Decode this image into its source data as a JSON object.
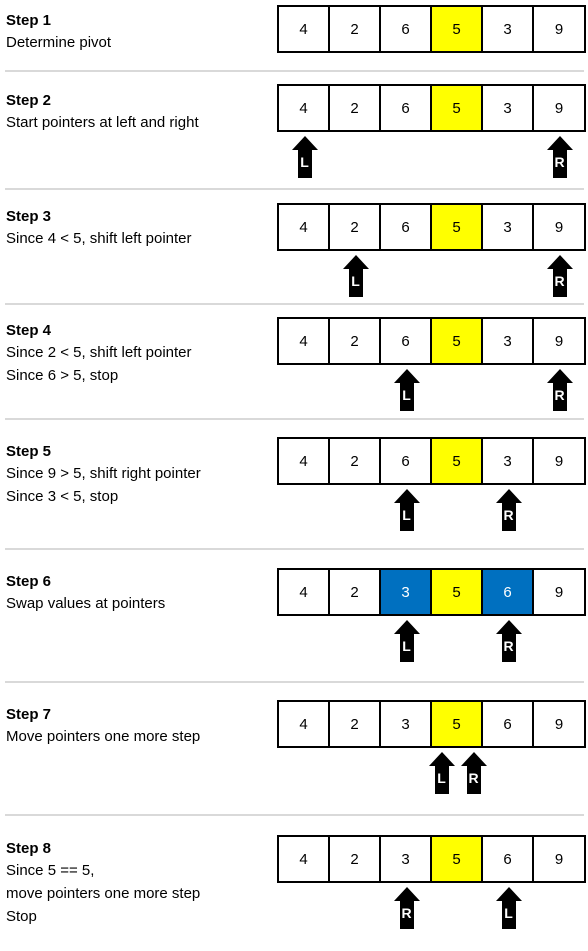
{
  "steps": [
    {
      "title": "Step 1",
      "lines": [
        "Determine pivot"
      ],
      "cells": [
        {
          "v": "4"
        },
        {
          "v": "2"
        },
        {
          "v": "6"
        },
        {
          "v": "5",
          "state": "pivot"
        },
        {
          "v": "3"
        },
        {
          "v": "9"
        }
      ],
      "pointers": []
    },
    {
      "title": "Step 2",
      "lines": [
        "Start pointers at left and right"
      ],
      "cells": [
        {
          "v": "4"
        },
        {
          "v": "2"
        },
        {
          "v": "6"
        },
        {
          "v": "5",
          "state": "pivot"
        },
        {
          "v": "3"
        },
        {
          "v": "9"
        }
      ],
      "pointers": [
        {
          "label": "L",
          "index": 0
        },
        {
          "label": "R",
          "index": 5
        }
      ]
    },
    {
      "title": "Step 3",
      "lines": [
        "Since 4 < 5, shift left pointer"
      ],
      "cells": [
        {
          "v": "4"
        },
        {
          "v": "2"
        },
        {
          "v": "6"
        },
        {
          "v": "5",
          "state": "pivot"
        },
        {
          "v": "3"
        },
        {
          "v": "9"
        }
      ],
      "pointers": [
        {
          "label": "L",
          "index": 1
        },
        {
          "label": "R",
          "index": 5
        }
      ]
    },
    {
      "title": "Step 4",
      "lines": [
        "Since 2 < 5, shift left pointer",
        "Since 6 > 5, stop"
      ],
      "cells": [
        {
          "v": "4"
        },
        {
          "v": "2"
        },
        {
          "v": "6"
        },
        {
          "v": "5",
          "state": "pivot"
        },
        {
          "v": "3"
        },
        {
          "v": "9"
        }
      ],
      "pointers": [
        {
          "label": "L",
          "index": 2
        },
        {
          "label": "R",
          "index": 5
        }
      ]
    },
    {
      "title": "Step 5",
      "lines": [
        "Since 9 > 5, shift right pointer",
        "Since 3 < 5, stop"
      ],
      "cells": [
        {
          "v": "4"
        },
        {
          "v": "2"
        },
        {
          "v": "6"
        },
        {
          "v": "5",
          "state": "pivot"
        },
        {
          "v": "3"
        },
        {
          "v": "9"
        }
      ],
      "pointers": [
        {
          "label": "L",
          "index": 2
        },
        {
          "label": "R",
          "index": 4
        }
      ]
    },
    {
      "title": "Step 6",
      "lines": [
        "Swap values at pointers"
      ],
      "cells": [
        {
          "v": "4"
        },
        {
          "v": "2"
        },
        {
          "v": "3",
          "state": "swap"
        },
        {
          "v": "5",
          "state": "pivot"
        },
        {
          "v": "6",
          "state": "swap"
        },
        {
          "v": "9"
        }
      ],
      "pointers": [
        {
          "label": "L",
          "index": 2
        },
        {
          "label": "R",
          "index": 4
        }
      ]
    },
    {
      "title": "Step 7",
      "lines": [
        "Move pointers one more step"
      ],
      "cells": [
        {
          "v": "4"
        },
        {
          "v": "2"
        },
        {
          "v": "3"
        },
        {
          "v": "5",
          "state": "pivot"
        },
        {
          "v": "6"
        },
        {
          "v": "9"
        }
      ],
      "pointers": [
        {
          "label": "L",
          "index": 3,
          "shift": "left"
        },
        {
          "label": "R",
          "index": 3,
          "shift": "right"
        }
      ]
    },
    {
      "title": "Step 8",
      "lines": [
        "Since 5 == 5,",
        "move pointers one more step",
        "Stop"
      ],
      "cells": [
        {
          "v": "4"
        },
        {
          "v": "2"
        },
        {
          "v": "3"
        },
        {
          "v": "5",
          "state": "pivot"
        },
        {
          "v": "6"
        },
        {
          "v": "9"
        }
      ],
      "pointers": [
        {
          "label": "R",
          "index": 2
        },
        {
          "label": "L",
          "index": 4
        }
      ]
    }
  ],
  "colors": {
    "pivot": "#ffff00",
    "swap": "#0070c0",
    "separator": "#d9d9d9",
    "pointer": "#000000"
  }
}
